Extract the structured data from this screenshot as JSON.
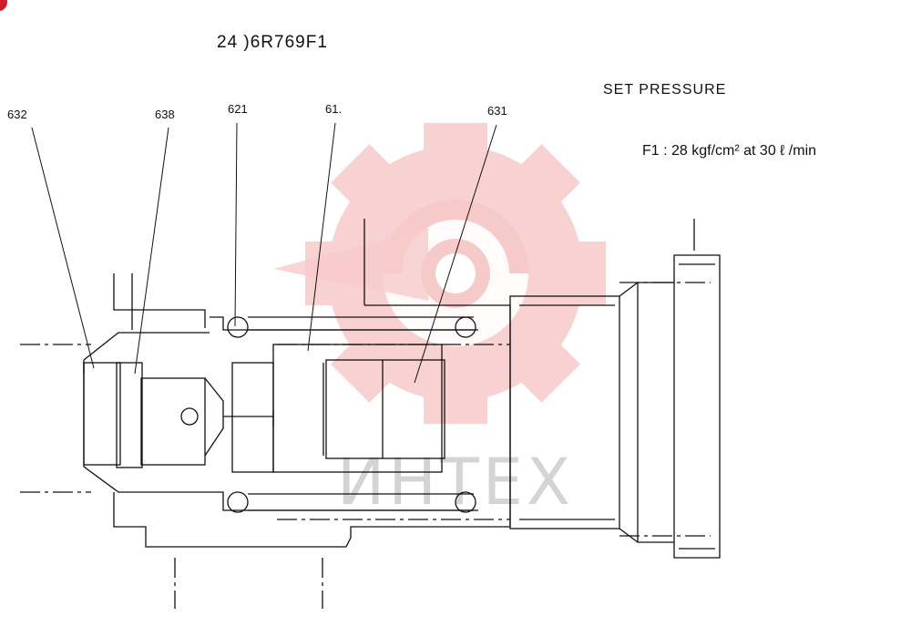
{
  "drawing": {
    "part_number": "24 )6R769F1",
    "set_pressure_heading": "SET PRESSURE",
    "pressure_line": "F1 :  28 kgf/cm²  at  30 ℓ /min",
    "callouts": [
      "632",
      "638",
      "621",
      "61.",
      "631"
    ]
  },
  "watermark": {
    "text": "ИНТЕХ",
    "logo": "gear-logo-icon",
    "color": "#f4c4c4"
  },
  "colors": {
    "line": "#111111",
    "brand_red": "#d11a2a"
  }
}
